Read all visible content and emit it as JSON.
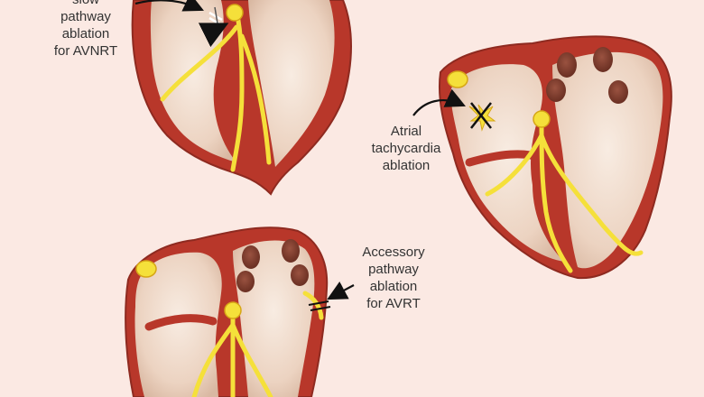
{
  "colors": {
    "background": "#fbe9e3",
    "myocardium": "#b8372a",
    "myocardium_dark": "#8e2a20",
    "chamber": "#efd8c8",
    "conduction": "#f5e03a",
    "conduction_stroke": "#d6a616",
    "valve": "#7a3a2a",
    "label_text": "#333333"
  },
  "labels": {
    "avnrt": {
      "lines": [
        "slow",
        "pathway",
        "ablation",
        "for AVNRT"
      ]
    },
    "atrial": {
      "lines": [
        "Atrial",
        "tachycardia",
        "ablation"
      ]
    },
    "avrt": {
      "lines": [
        "Accessory",
        "pathway",
        "ablation",
        "for AVRT"
      ]
    }
  },
  "icons": {
    "ablation_mark": "x-mark-icon",
    "pointer": "arrow-icon"
  }
}
